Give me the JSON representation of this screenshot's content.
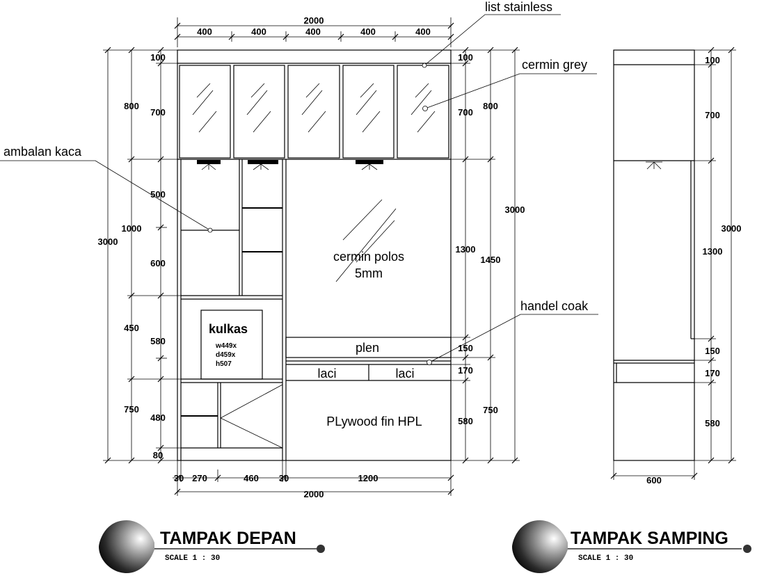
{
  "front": {
    "title": "TAMPAK DEPAN",
    "scale": "SCALE 1 : 30",
    "top_total": "2000",
    "top_modules": [
      "400",
      "400",
      "400",
      "400",
      "400"
    ],
    "bottom_total": "2000",
    "bottom_parts": [
      "30",
      "270",
      "460",
      "30",
      "1200"
    ],
    "left_outer": [
      "3000"
    ],
    "left_mid": [
      "800",
      "1000",
      "450",
      "750"
    ],
    "left_inner": [
      "100",
      "700",
      "500",
      "600",
      "580",
      "480",
      "80"
    ],
    "right_inner": [
      "100",
      "700",
      "1300",
      "150",
      "170",
      "580"
    ],
    "right_mid": [
      "800",
      "1450",
      "750"
    ],
    "right_outer": [
      "3000"
    ],
    "labels": {
      "list_stainless": "list stainless",
      "cermin_grey": "cermin grey",
      "ambalan_kaca": "ambalan kaca",
      "handel_coak": "handel coak",
      "cermin_polos_1": "cermin polos",
      "cermin_polos_2": "5mm",
      "kulkas": "kulkas",
      "kulkas_w": "w449x",
      "kulkas_d": "d459x",
      "kulkas_h": "h507",
      "plen": "plen",
      "laci_1": "laci",
      "laci_2": "laci",
      "plywood": "PLywood fin HPL"
    }
  },
  "side": {
    "title": "TAMPAK SAMPING",
    "scale": "SCALE 1 : 30",
    "width": "600",
    "inner": [
      "100",
      "700",
      "1300",
      "150",
      "170",
      "580"
    ],
    "outer": [
      "3000"
    ]
  }
}
